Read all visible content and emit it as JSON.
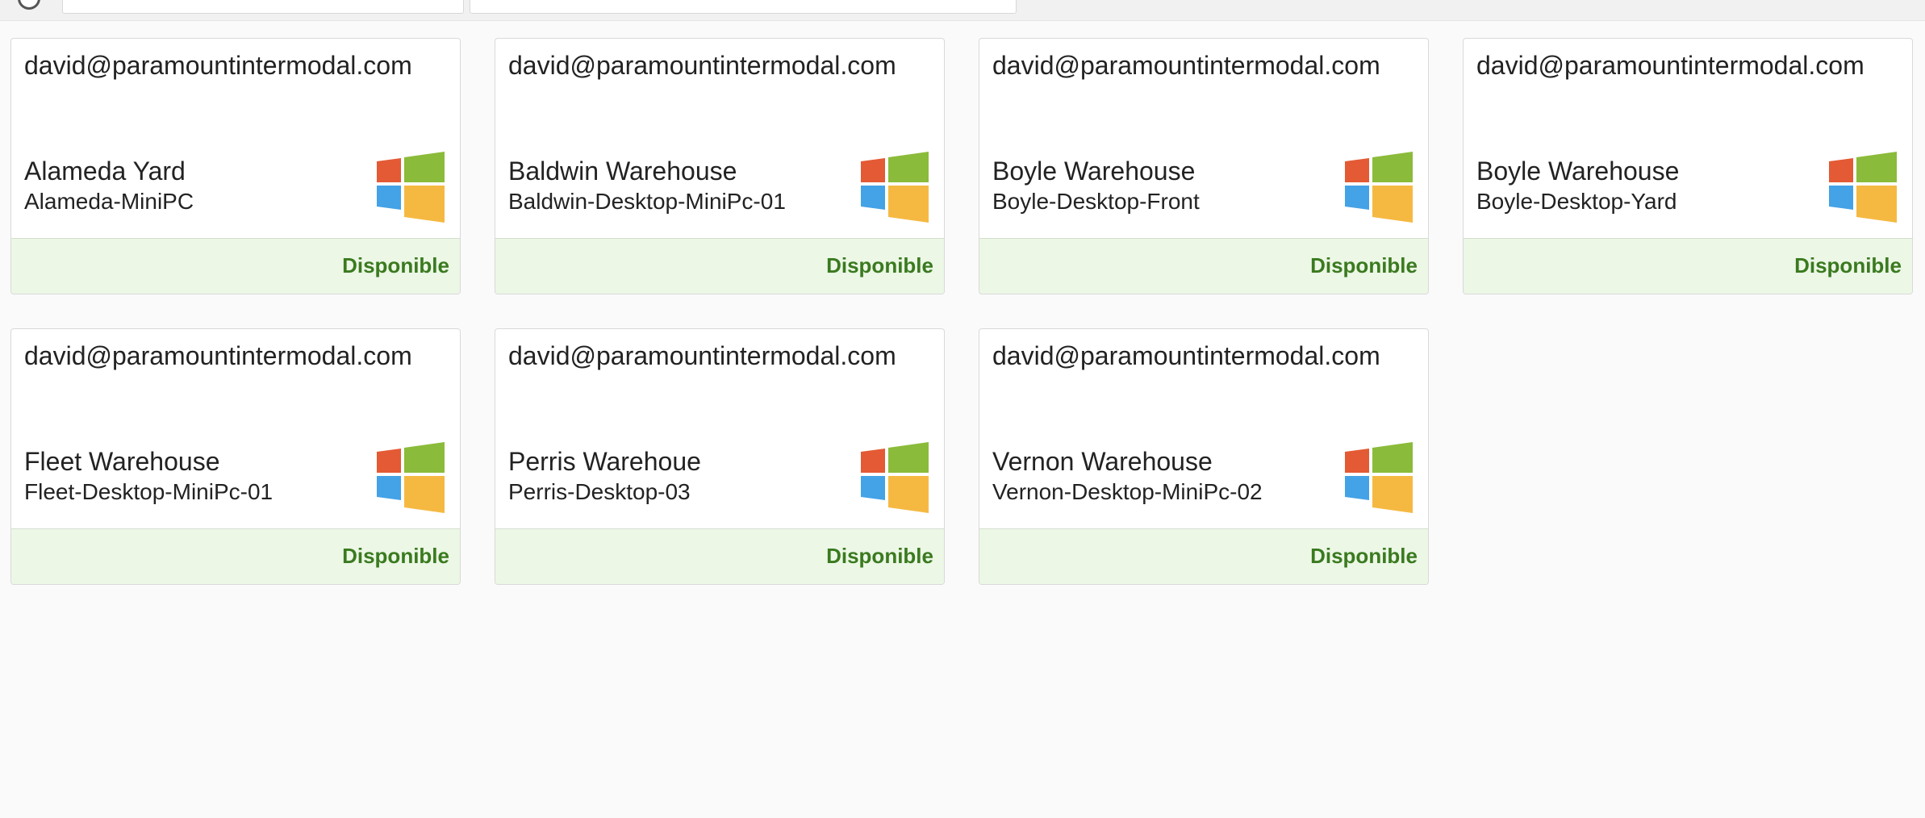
{
  "status_color": "#3a7a1f",
  "footer_color": "#ecf7e6",
  "windows_logo_colors": [
    "#e35a34",
    "#8bbb3a",
    "#44a2e6",
    "#f5b942"
  ],
  "cards": [
    {
      "user": "david@paramountintermodal.com",
      "site": "Alameda Yard",
      "host": "Alameda-MiniPC",
      "status": "Disponible",
      "os_icon": "windows-icon"
    },
    {
      "user": "david@paramountintermodal.com",
      "site": "Baldwin Warehouse",
      "host": "Baldwin-Desktop-MiniPc-01",
      "status": "Disponible",
      "os_icon": "windows-icon"
    },
    {
      "user": "david@paramountintermodal.com",
      "site": "Boyle Warehouse",
      "host": "Boyle-Desktop-Front",
      "status": "Disponible",
      "os_icon": "windows-icon"
    },
    {
      "user": "david@paramountintermodal.com",
      "site": "Boyle Warehouse",
      "host": "Boyle-Desktop-Yard",
      "status": "Disponible",
      "os_icon": "windows-icon"
    },
    {
      "user": "david@paramountintermodal.com",
      "site": "Fleet Warehouse",
      "host": "Fleet-Desktop-MiniPc-01",
      "status": "Disponible",
      "os_icon": "windows-icon"
    },
    {
      "user": "david@paramountintermodal.com",
      "site": "Perris Warehoue",
      "host": "Perris-Desktop-03",
      "status": "Disponible",
      "os_icon": "windows-icon"
    },
    {
      "user": "david@paramountintermodal.com",
      "site": "Vernon Warehouse",
      "host": "Vernon-Desktop-MiniPc-02",
      "status": "Disponible",
      "os_icon": "windows-icon"
    }
  ]
}
